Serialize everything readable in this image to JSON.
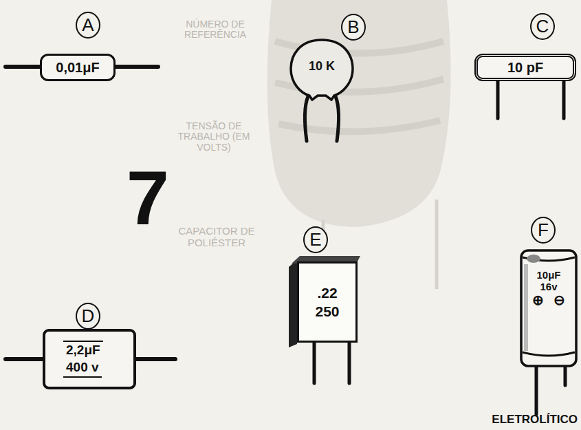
{
  "diagram": {
    "nodes": [
      {
        "text": [
          "A"
        ]
      },
      {
        "text": [
          "0,01μF"
        ]
      },
      {
        "text": [
          "B"
        ]
      },
      {
        "text": [
          "10 K"
        ]
      },
      {
        "text": [
          "C"
        ]
      },
      {
        "text": [
          "10 pF"
        ]
      },
      {
        "text": [
          "D"
        ]
      },
      {
        "text": [
          "2,2μF",
          "400 v"
        ]
      },
      {
        "text": [
          "E"
        ]
      },
      {
        "text": [
          ".22",
          "250"
        ]
      },
      {
        "text": [
          "F"
        ]
      },
      {
        "text": [
          "10μF",
          "16v",
          "⊕",
          "⊖"
        ]
      }
    ],
    "labels": [
      "7",
      "ELETROLÍTICO",
      "NÚMERO DE REFERÊNCIA",
      "TENSÃO DE TRABALHO (EM VOLTS)",
      "CAPACITOR DE POLIÉSTER"
    ]
  }
}
